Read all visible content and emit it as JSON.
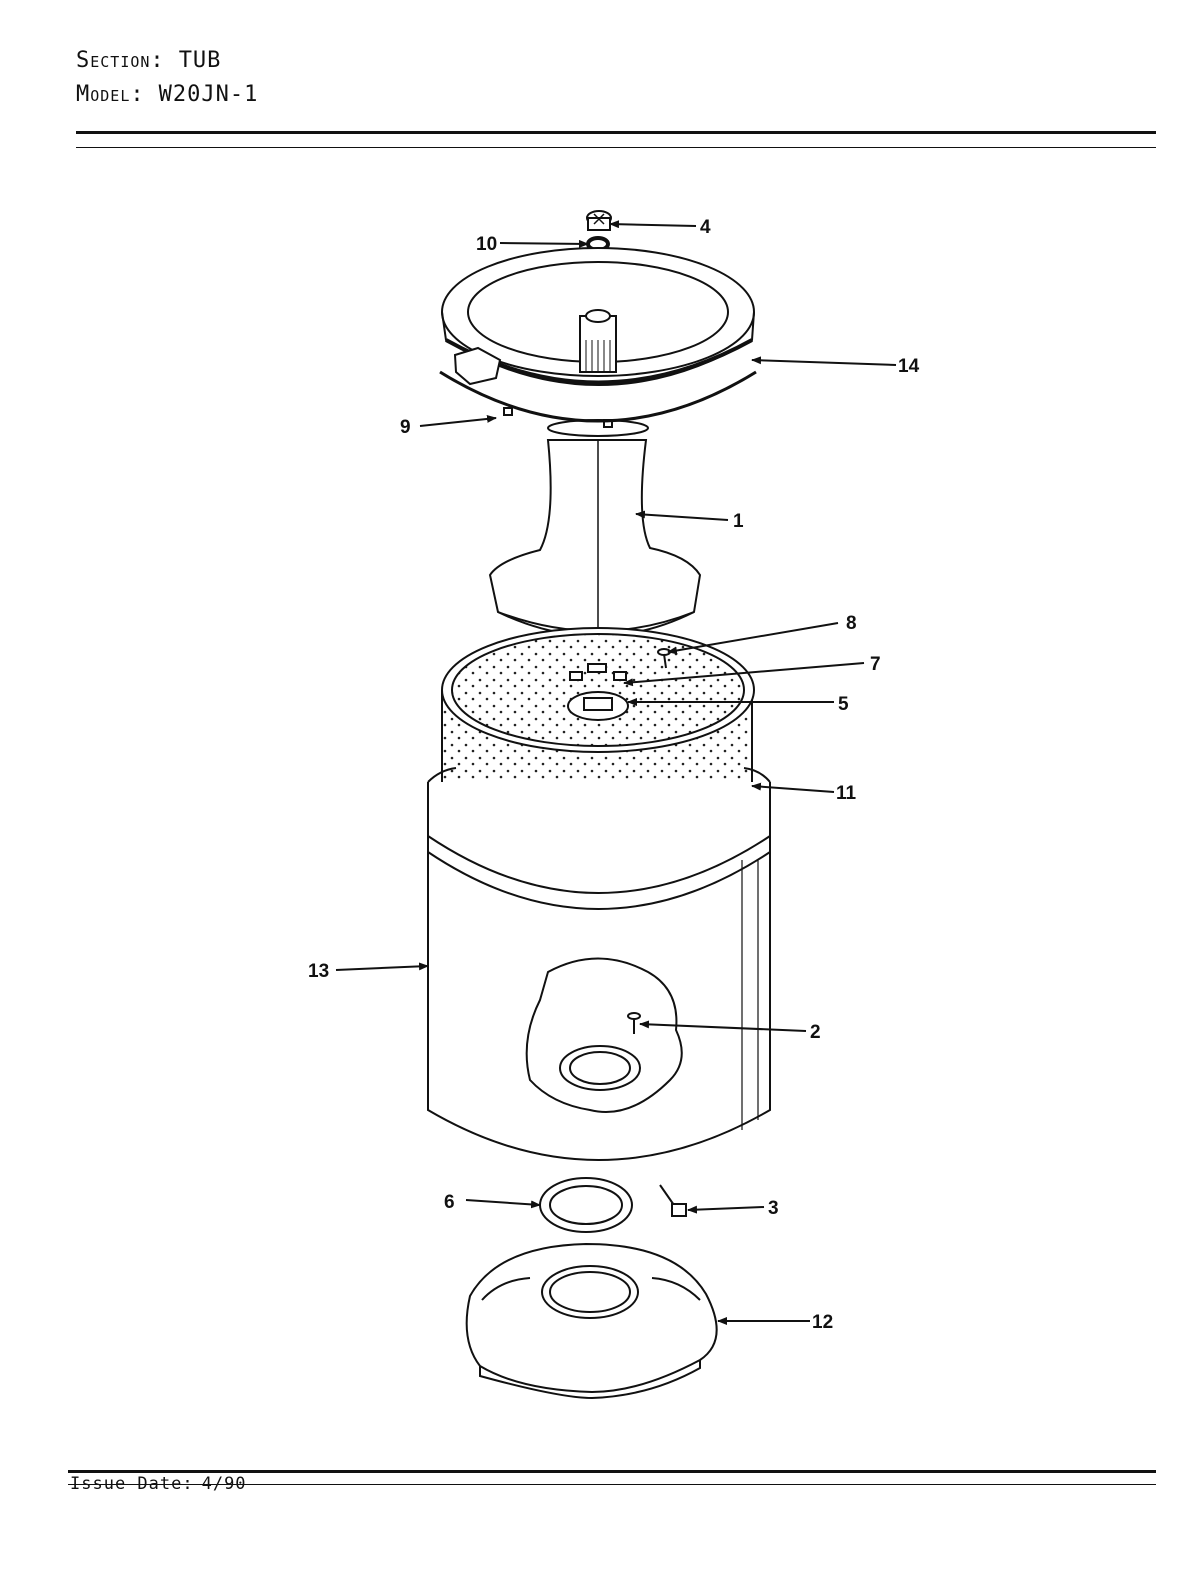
{
  "header": {
    "section_label": "Section:",
    "section_value": "TUB",
    "model_label": "Model:",
    "model_value": "W20JN-1"
  },
  "footer": {
    "issue_label": "Issue Date:",
    "issue_value": "4/90"
  },
  "callouts": [
    {
      "id": "1",
      "label": "1"
    },
    {
      "id": "2",
      "label": "2"
    },
    {
      "id": "3",
      "label": "3"
    },
    {
      "id": "4",
      "label": "4"
    },
    {
      "id": "5",
      "label": "5"
    },
    {
      "id": "6",
      "label": "6"
    },
    {
      "id": "7",
      "label": "7"
    },
    {
      "id": "8",
      "label": "8"
    },
    {
      "id": "9",
      "label": "9"
    },
    {
      "id": "10",
      "label": "10"
    },
    {
      "id": "11",
      "label": "11"
    },
    {
      "id": "12",
      "label": "12"
    },
    {
      "id": "13",
      "label": "13"
    },
    {
      "id": "14",
      "label": "14"
    }
  ]
}
